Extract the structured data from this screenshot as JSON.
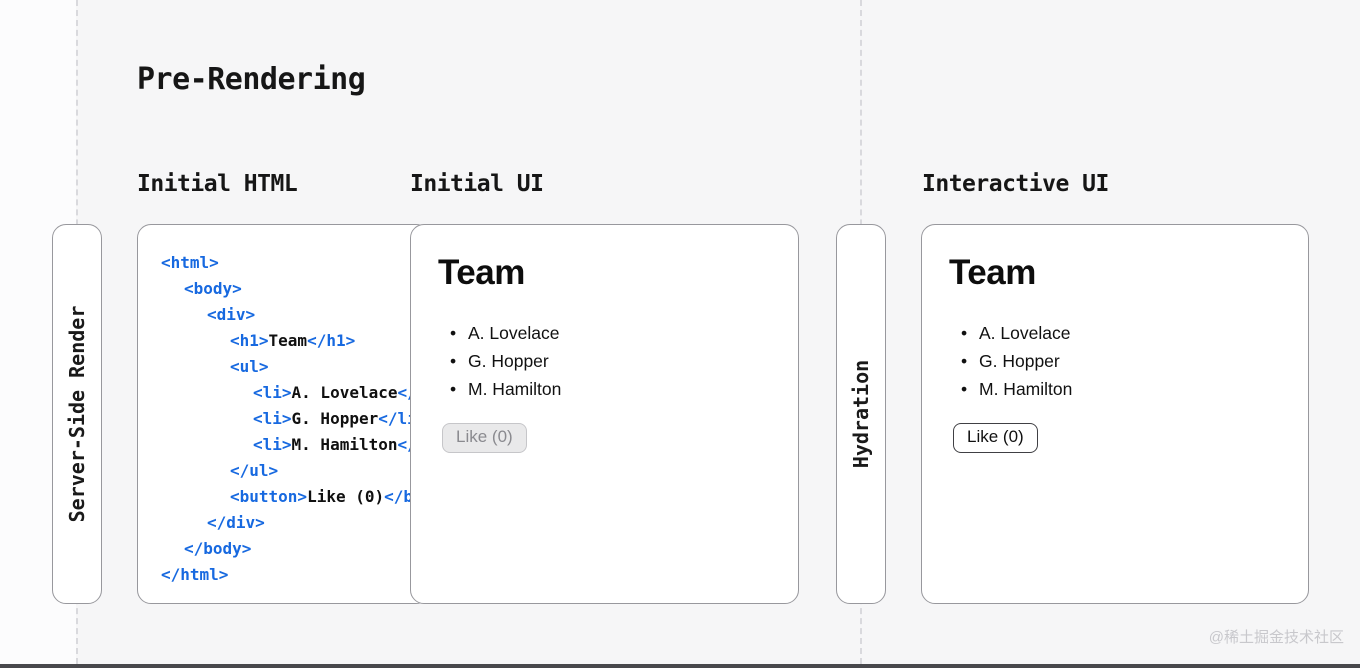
{
  "title": "Pre-Rendering",
  "columns": {
    "initial_html": "Initial HTML",
    "initial_ui": "Initial UI",
    "interactive_ui": "Interactive UI"
  },
  "stages": {
    "server_side_render": "Server-Side Render",
    "hydration": "Hydration"
  },
  "code": {
    "lines": [
      {
        "indent": 0,
        "segs": [
          [
            "tag",
            "<html>"
          ]
        ]
      },
      {
        "indent": 1,
        "segs": [
          [
            "tag",
            "<body>"
          ]
        ]
      },
      {
        "indent": 2,
        "segs": [
          [
            "tag",
            "<div>"
          ]
        ]
      },
      {
        "indent": 3,
        "segs": [
          [
            "tag",
            "<h1>"
          ],
          [
            "text",
            "Team"
          ],
          [
            "tag",
            "</h1>"
          ]
        ]
      },
      {
        "indent": 3,
        "segs": [
          [
            "tag",
            "<ul>"
          ]
        ]
      },
      {
        "indent": 4,
        "segs": [
          [
            "tag",
            "<li>"
          ],
          [
            "text",
            "A. Lovelace"
          ],
          [
            "tag",
            "</li>"
          ]
        ]
      },
      {
        "indent": 4,
        "segs": [
          [
            "tag",
            "<li>"
          ],
          [
            "text",
            "G. Hopper"
          ],
          [
            "tag",
            "</li>"
          ]
        ]
      },
      {
        "indent": 4,
        "segs": [
          [
            "tag",
            "<li>"
          ],
          [
            "text",
            "M. Hamilton"
          ],
          [
            "tag",
            "</li>"
          ]
        ]
      },
      {
        "indent": 3,
        "segs": [
          [
            "tag",
            "</ul>"
          ]
        ]
      },
      {
        "indent": 3,
        "segs": [
          [
            "tag",
            "<button>"
          ],
          [
            "text",
            "Like (0)"
          ],
          [
            "tag",
            "</button>"
          ]
        ]
      },
      {
        "indent": 2,
        "segs": [
          [
            "tag",
            "</div>"
          ]
        ]
      },
      {
        "indent": 1,
        "segs": [
          [
            "tag",
            "</body>"
          ]
        ]
      },
      {
        "indent": 0,
        "segs": [
          [
            "tag",
            "</html>"
          ]
        ]
      }
    ]
  },
  "team": {
    "heading": "Team",
    "members": [
      "A. Lovelace",
      "G. Hopper",
      "M. Hamilton"
    ],
    "like_button_label": "Like (0)"
  },
  "watermark": "@稀土掘金技术社区",
  "colors": {
    "background": "#f6f6f7",
    "card_border": "#98989d",
    "tag_blue": "#1769e0",
    "dashed_line": "#d9d9dd",
    "disabled_button_bg": "#e9e9ea",
    "disabled_button_text": "#8a8a8f",
    "bottom_bar": "#48484c"
  }
}
